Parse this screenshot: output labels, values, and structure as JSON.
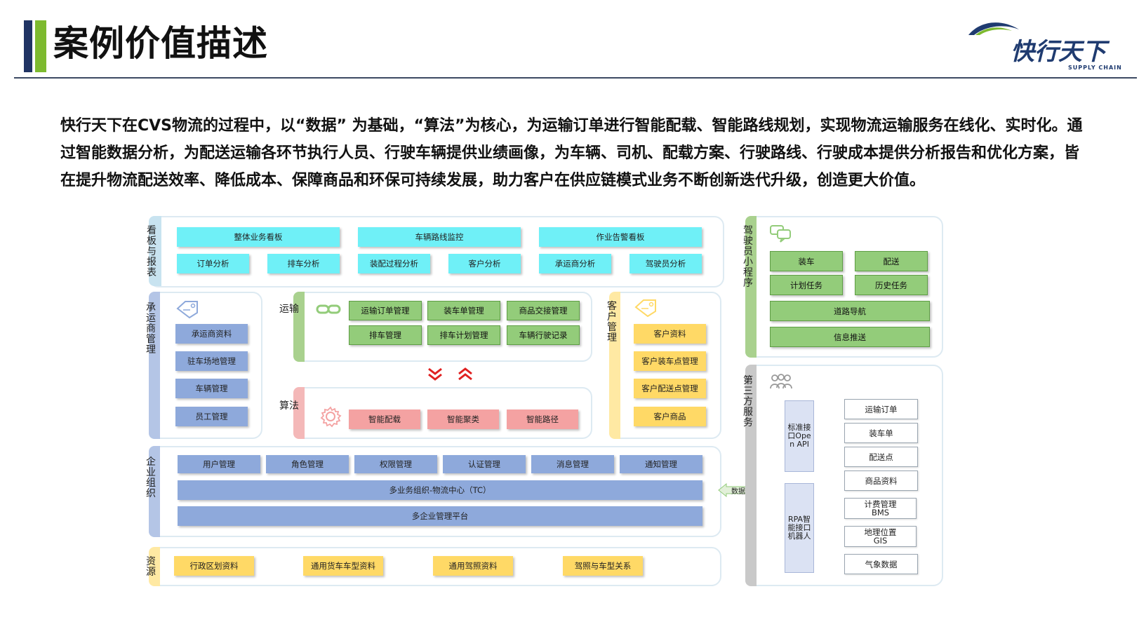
{
  "header": {
    "title": "案例价值描述",
    "logo_text": "快行天下",
    "logo_sub": "SUPPLY CHAIN"
  },
  "intro": "快行天下在CVS物流的过程中，以“数据” 为基础，“算法”为核心，为运输订单进行智能配载、智能路线规划，实现物流运输服务在线化、实时化。通过智能数据分析，为配送运输各环节执行人员、行驶车辆提供业绩画像，为车辆、司机、配载方案、行驶路线、行驶成本提供分析报告和优化方案，皆在提升物流配送效率、降低成本、保障商品和环保可持续发展，助力客户在供应链模式业务不断创新迭代升级，创造更大价值。",
  "kanban": {
    "label": "看板与报表",
    "row1": [
      "整体业务看板",
      "车辆路线监控",
      "作业告警看板"
    ],
    "row2": [
      "订单分析",
      "排车分析",
      "装配过程分析",
      "客户分析",
      "承运商分析",
      "驾驶员分析"
    ]
  },
  "carrier": {
    "label": "承运商管理",
    "items": [
      "承运商资料",
      "驻车场地管理",
      "车辆管理",
      "员工管理"
    ]
  },
  "transport": {
    "label": "运输",
    "row1": [
      "运输订单管理",
      "装车单管理",
      "商品交接管理"
    ],
    "row2": [
      "排车管理",
      "排车计划管理",
      "车辆行驶记录"
    ]
  },
  "algorithm": {
    "label": "算法",
    "items": [
      "智能配载",
      "智能聚类",
      "智能路径"
    ]
  },
  "customer": {
    "label": "客户管理",
    "items": [
      "客户资料",
      "客户装车点管理",
      "客户配送点管理",
      "客户商品"
    ]
  },
  "enterprise": {
    "label": "企业组织",
    "row1": [
      "用户管理",
      "角色管理",
      "权限管理",
      "认证管理",
      "消息管理",
      "通知管理"
    ],
    "row2": "多业务组织-物流中心（TC）",
    "row3": "多企业管理平台"
  },
  "resources": {
    "label": "资源",
    "items": [
      "行政区划资料",
      "通用货车车型资料",
      "通用驾照资料",
      "驾照与车型关系"
    ]
  },
  "driver_app": {
    "label": "驾驶员小程序",
    "items": [
      "装车",
      "配送",
      "计划任务",
      "历史任务",
      "道路导航",
      "信息推送"
    ]
  },
  "data_transfer": "数据传输",
  "third_party": {
    "label": "第三方服务",
    "api_box": "标准接口Open API",
    "rpa_box": "RPA智能接口机器人",
    "items": [
      "运输订单",
      "装车单",
      "配送点",
      "商品资料",
      "计费管理BMS",
      "地理位置GIS",
      "气象数据"
    ]
  },
  "colors": {
    "navy": "#203464",
    "green_accent": "#7dba2f",
    "cyan_box": "#6ff0f7",
    "blue_box": "#8ea9db",
    "green_box": "#93cc7a",
    "pink_box": "#f4a2a2",
    "yellow_box": "#ffd966"
  }
}
